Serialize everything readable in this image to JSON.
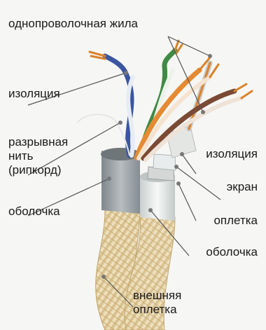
{
  "labels": {
    "single_wire_core": "однопроволочная жила",
    "insulation_left": "изоляция",
    "rip_cord_line1": "разрывная",
    "rip_cord_line2": "нить",
    "rip_cord_line3": "(рипкорд)",
    "jacket_left": "оболочка",
    "insulation_right": "изоляция",
    "screen": "экран",
    "braid": "оплетка",
    "jacket_right": "оболочка",
    "outer_braid_line1": "внешняя",
    "outer_braid_line2": "оплетка"
  },
  "colors": {
    "label_text": "#1a1a1a",
    "leader_line": "#555555",
    "callout_dot": "#777777",
    "outer_braid": "#e9d9b6",
    "jacket_grey": "#9aa1a6",
    "jacket_white": "#e7ebea",
    "copper": "#d9832c",
    "wire_blue": "#3b56a0",
    "wire_green": "#3f8a44",
    "wire_orange": "#e58a33",
    "wire_brown": "#7a4a34"
  }
}
